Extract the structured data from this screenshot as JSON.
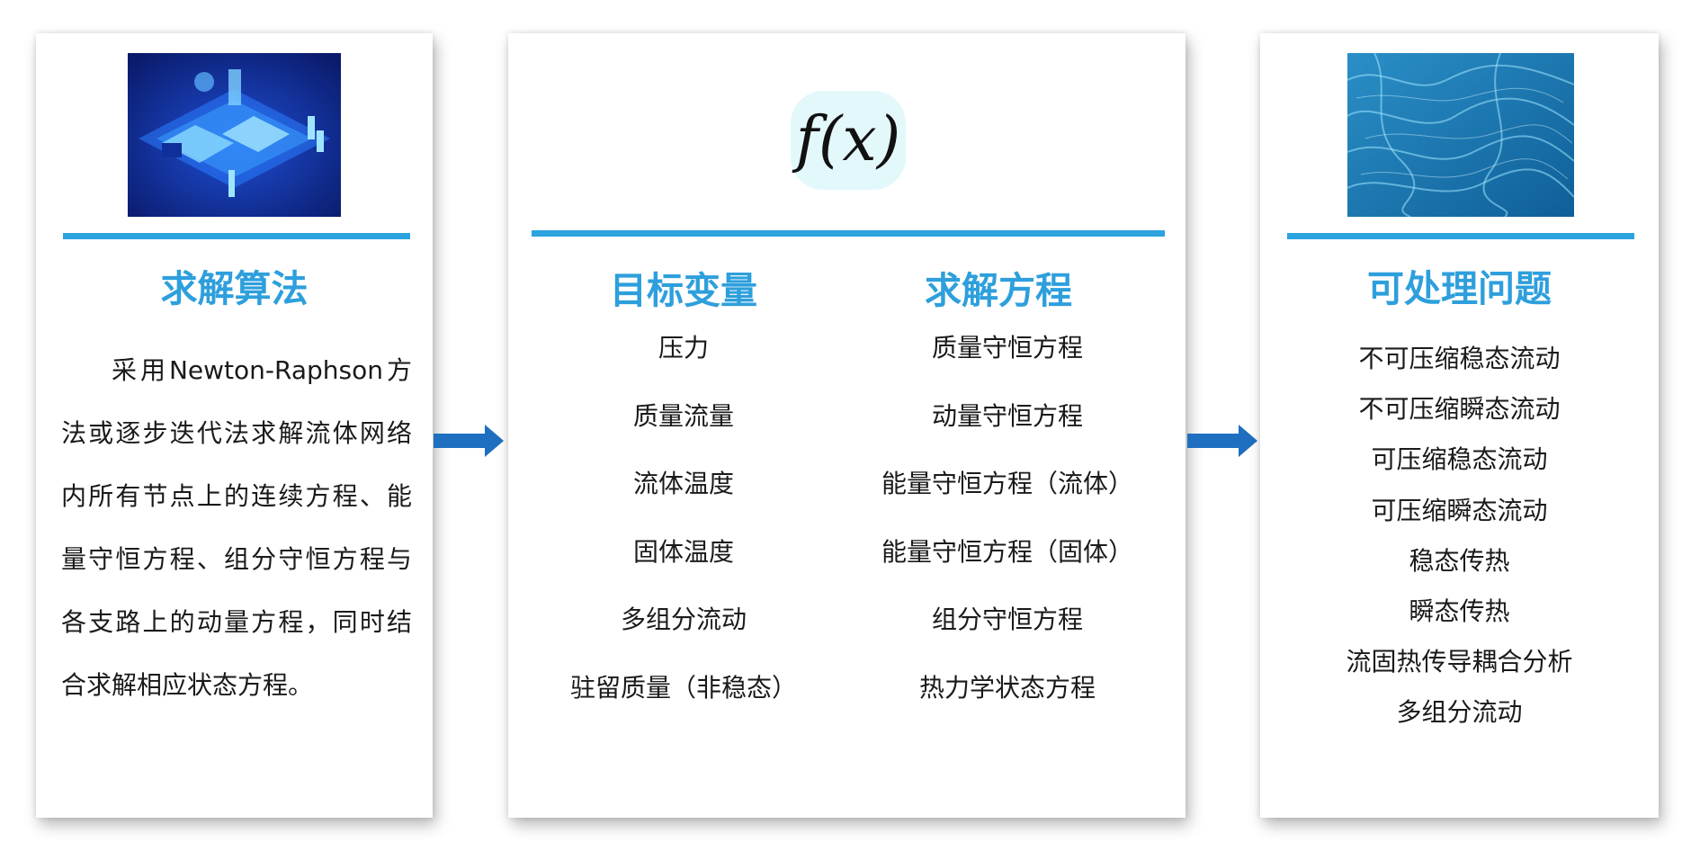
{
  "left_panel": {
    "heading": "求解算法",
    "body": "采用Newton-Raphson方法或逐步迭代法求解流体网络内所有节点上的连续方程、能量守恒方程、组分守恒方程与各支路上的动量方程，同时结合求解相应状态方程。"
  },
  "middle_panel": {
    "formula": "f(x)",
    "variables_heading": "目标变量",
    "equations_heading": "求解方程",
    "variables": [
      "压力",
      "质量流量",
      "流体温度",
      "固体温度",
      "多组分流动",
      "驻留质量（非稳态）"
    ],
    "equations": [
      "质量守恒方程",
      "动量守恒方程",
      "能量守恒方程（流体）",
      "能量守恒方程（固体）",
      "组分守恒方程",
      "热力学状态方程"
    ]
  },
  "right_panel": {
    "heading": "可处理问题",
    "problems": [
      "不可压缩稳态流动",
      "不可压缩瞬态流动",
      "可压缩稳态流动",
      "可压缩瞬态流动",
      "稳态传热",
      "瞬态传热",
      "流固热传导耦合分析",
      "多组分流动"
    ]
  },
  "colors": {
    "accent": "#2ba3df",
    "arrow": "#1f6fc0",
    "text": "#1a1a1a"
  }
}
